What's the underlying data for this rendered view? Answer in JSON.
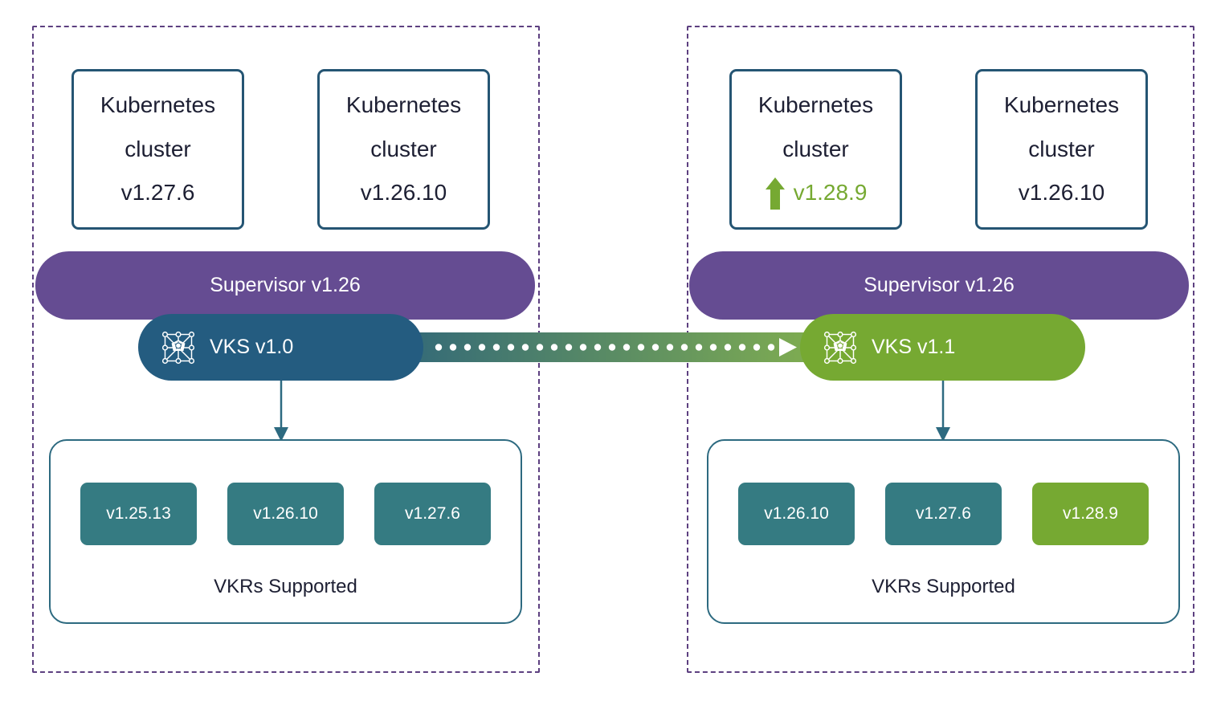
{
  "diagram": {
    "title": "VKS upgrade path diagram",
    "colors": {
      "panel_border": "#5d4080",
      "cluster_border": "#255573",
      "supervisor": "#654c92",
      "vks_current": "#245c80",
      "vks_next": "#76a932",
      "chip_teal": "#357b82",
      "chip_green": "#76a932",
      "vkr_border": "#2d6a80",
      "text_dark": "#1d1f33",
      "text_light": "#ffffff"
    }
  },
  "panels": [
    {
      "id": "before",
      "clusters": [
        {
          "line1": "Kubernetes",
          "line2": "cluster",
          "version": "v1.27.6",
          "upgraded": false
        },
        {
          "line1": "Kubernetes",
          "line2": "cluster",
          "version": "v1.26.10",
          "upgraded": false
        }
      ],
      "supervisor": {
        "label": "Supervisor v1.26"
      },
      "vks": {
        "label": "VKS v1.0",
        "icon": "kubernetes-cluster-icon"
      },
      "vkrs": {
        "caption": "VKRs Supported",
        "chips": [
          {
            "label": "v1.25.13",
            "highlight": false
          },
          {
            "label": "v1.26.10",
            "highlight": false
          },
          {
            "label": "v1.27.6",
            "highlight": false
          }
        ]
      }
    },
    {
      "id": "after",
      "clusters": [
        {
          "line1": "Kubernetes",
          "line2": "cluster",
          "version": "v1.28.9",
          "upgraded": true
        },
        {
          "line1": "Kubernetes",
          "line2": "cluster",
          "version": "v1.26.10",
          "upgraded": false
        }
      ],
      "supervisor": {
        "label": "Supervisor v1.26"
      },
      "vks": {
        "label": "VKS v1.1",
        "icon": "kubernetes-cluster-icon"
      },
      "vkrs": {
        "caption": "VKRs Supported",
        "chips": [
          {
            "label": "v1.26.10",
            "highlight": false
          },
          {
            "label": "v1.27.6",
            "highlight": false
          },
          {
            "label": "v1.28.9",
            "highlight": true
          }
        ]
      }
    }
  ],
  "transition": {
    "icon": "dotted-right-arrow-icon",
    "from_color": "#245c80",
    "to_color": "#76a932"
  }
}
